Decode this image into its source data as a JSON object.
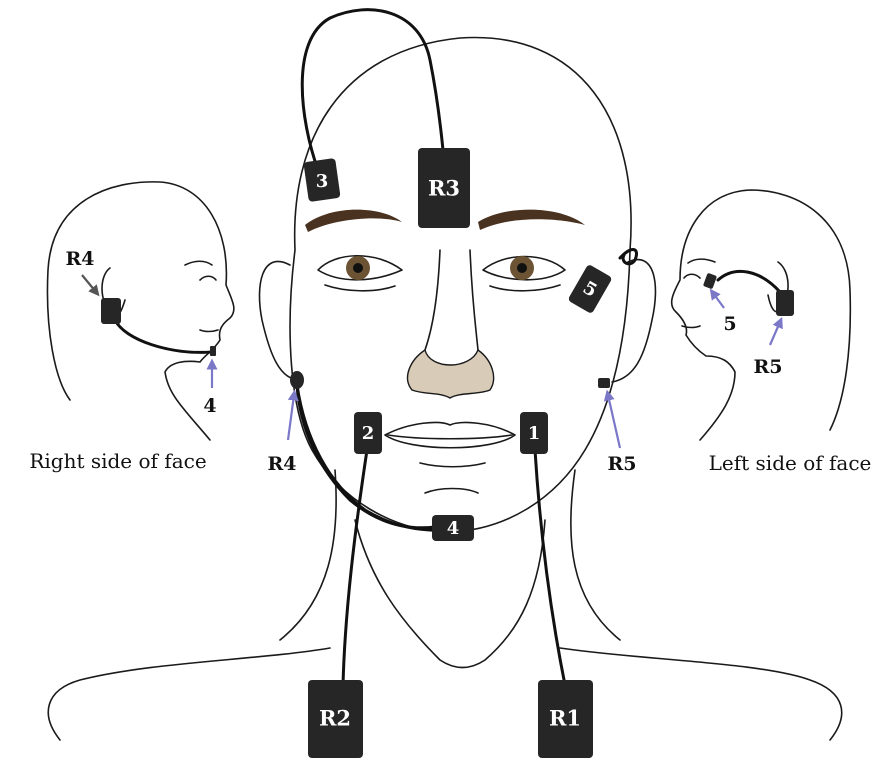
{
  "front_view": {
    "electrodes": {
      "r1": "R1",
      "r2": "R2",
      "r3": "R3",
      "e1": "1",
      "e2": "2",
      "e3": "3",
      "e4": "4",
      "e5": "5"
    },
    "callouts": {
      "r4": "R4",
      "r5": "R5"
    }
  },
  "right_profile": {
    "caption": "Right side of face",
    "callout_r4": "R4",
    "callout_4": "4"
  },
  "left_profile": {
    "caption": "Left side of face",
    "callout_5": "5",
    "callout_r5": "R5"
  },
  "colors": {
    "electrode": "#262626",
    "arrow_blue": "#7b78c8",
    "eyebrow": "#4a3220",
    "iris": "#6b5334",
    "nose_shade": "#d8ccb8"
  }
}
